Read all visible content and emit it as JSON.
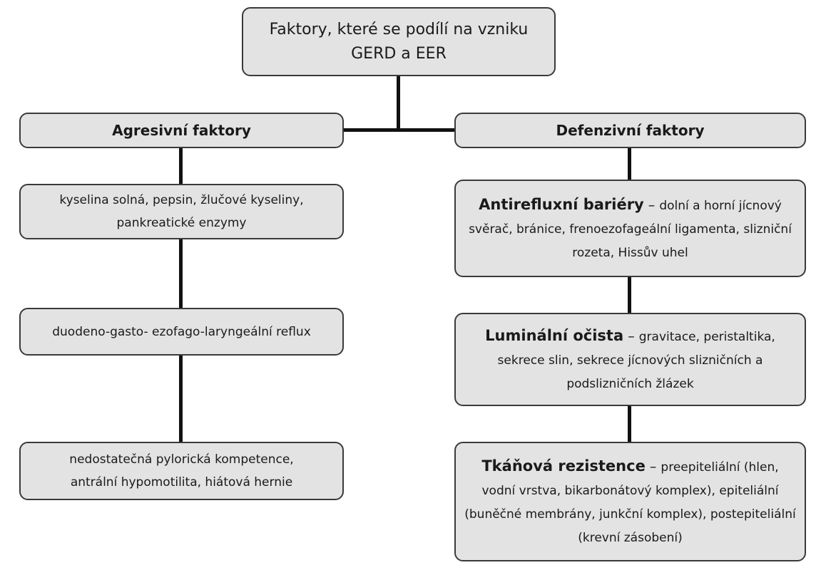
{
  "root": {
    "text": "Faktory, které se podílí na vzniku GERD a EER"
  },
  "aggressive": {
    "heading": "Agresivní faktory",
    "items": [
      "kyselina solná, pepsin, žlučové kyseliny, pankreatické enzymy",
      "duodeno-gasto- ezofago-laryngeální reflux",
      "nedostatečná pylorická kompetence, antrální hypomotilita, hiátová hernie"
    ]
  },
  "defensive": {
    "heading": "Defenzivní faktory",
    "items": [
      {
        "title": "Antirefluxní bariéry",
        "separator": " – ",
        "text": "dolní a horní jícnový svěrač, bránice, frenoezofageální ligamenta, slizniční rozeta, Hissův uhel"
      },
      {
        "title": "Luminální očista",
        "separator": " – ",
        "text": "gravitace, peristaltika, sekrece slin, sekrece jícnových slizničních a podslizničních žlázek"
      },
      {
        "title": "Tkáňová rezistence",
        "separator": " – ",
        "text": "preepiteliální (hlen, vodní vrstva, bikarbonátový komplex), epiteliální (buněčné membrány, junkční komplex), postepiteliální (krevní zásobení)"
      }
    ]
  }
}
